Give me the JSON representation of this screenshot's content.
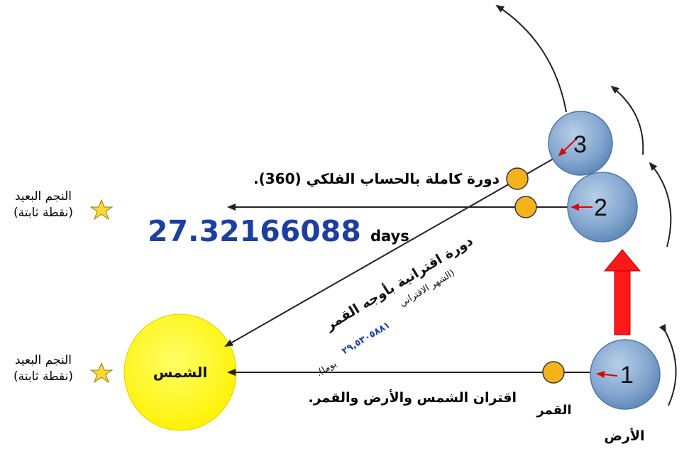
{
  "diagram": {
    "star_top": {
      "line1": "النجم البعيد",
      "line2": "(نقطة ثابتة)"
    },
    "star_bottom": {
      "line1": "النجم البعيد",
      "line2": "(نقطة ثابتة)"
    },
    "sun_label": "الشمس",
    "moon_label": "القمر",
    "earth_label": "الأرض",
    "sidereal_caption": "دورة كاملة بالحساب الفلكي (360).",
    "sidereal_period_value": "27.32166088",
    "sidereal_period_unit": "days",
    "synodic_line1": "دورة اقترانية بأوجه القمر",
    "synodic_line2": "(الشهر الاقتراني",
    "synodic_value": "٢٩,٥٣٠٥٨٨١",
    "synodic_unit": "يوما).",
    "conjunction_caption": "اقتران الشمس والأرض والقمر.",
    "position_numbers": [
      "1",
      "2",
      "3"
    ],
    "colors": {
      "sun": "#ffff33",
      "earth": "#8db0d4",
      "moon": "#f6b21b",
      "big_arrow": "#ff0000",
      "number_blue": "#1f3f9e",
      "star": "#ffd92e"
    }
  }
}
